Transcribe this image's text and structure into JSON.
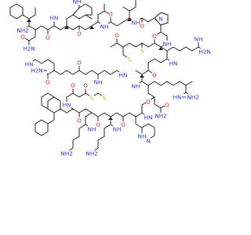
{
  "molecule": {
    "atom_labels": {
      "O": "O",
      "NH": "NH",
      "HN": "HN",
      "NH2": "NH2",
      "H2N": "H2N",
      "HN_eq": "HN=",
      "H2N_eq": "H2N=",
      "S": "S",
      "N": "N",
      "N_im": "N"
    },
    "colors": {
      "bond": "#1a1a1a",
      "oxygen": "#e8231e",
      "nitrogen": "#2b35d6",
      "sulfur": "#c8b400",
      "background": "#ffffff"
    }
  }
}
